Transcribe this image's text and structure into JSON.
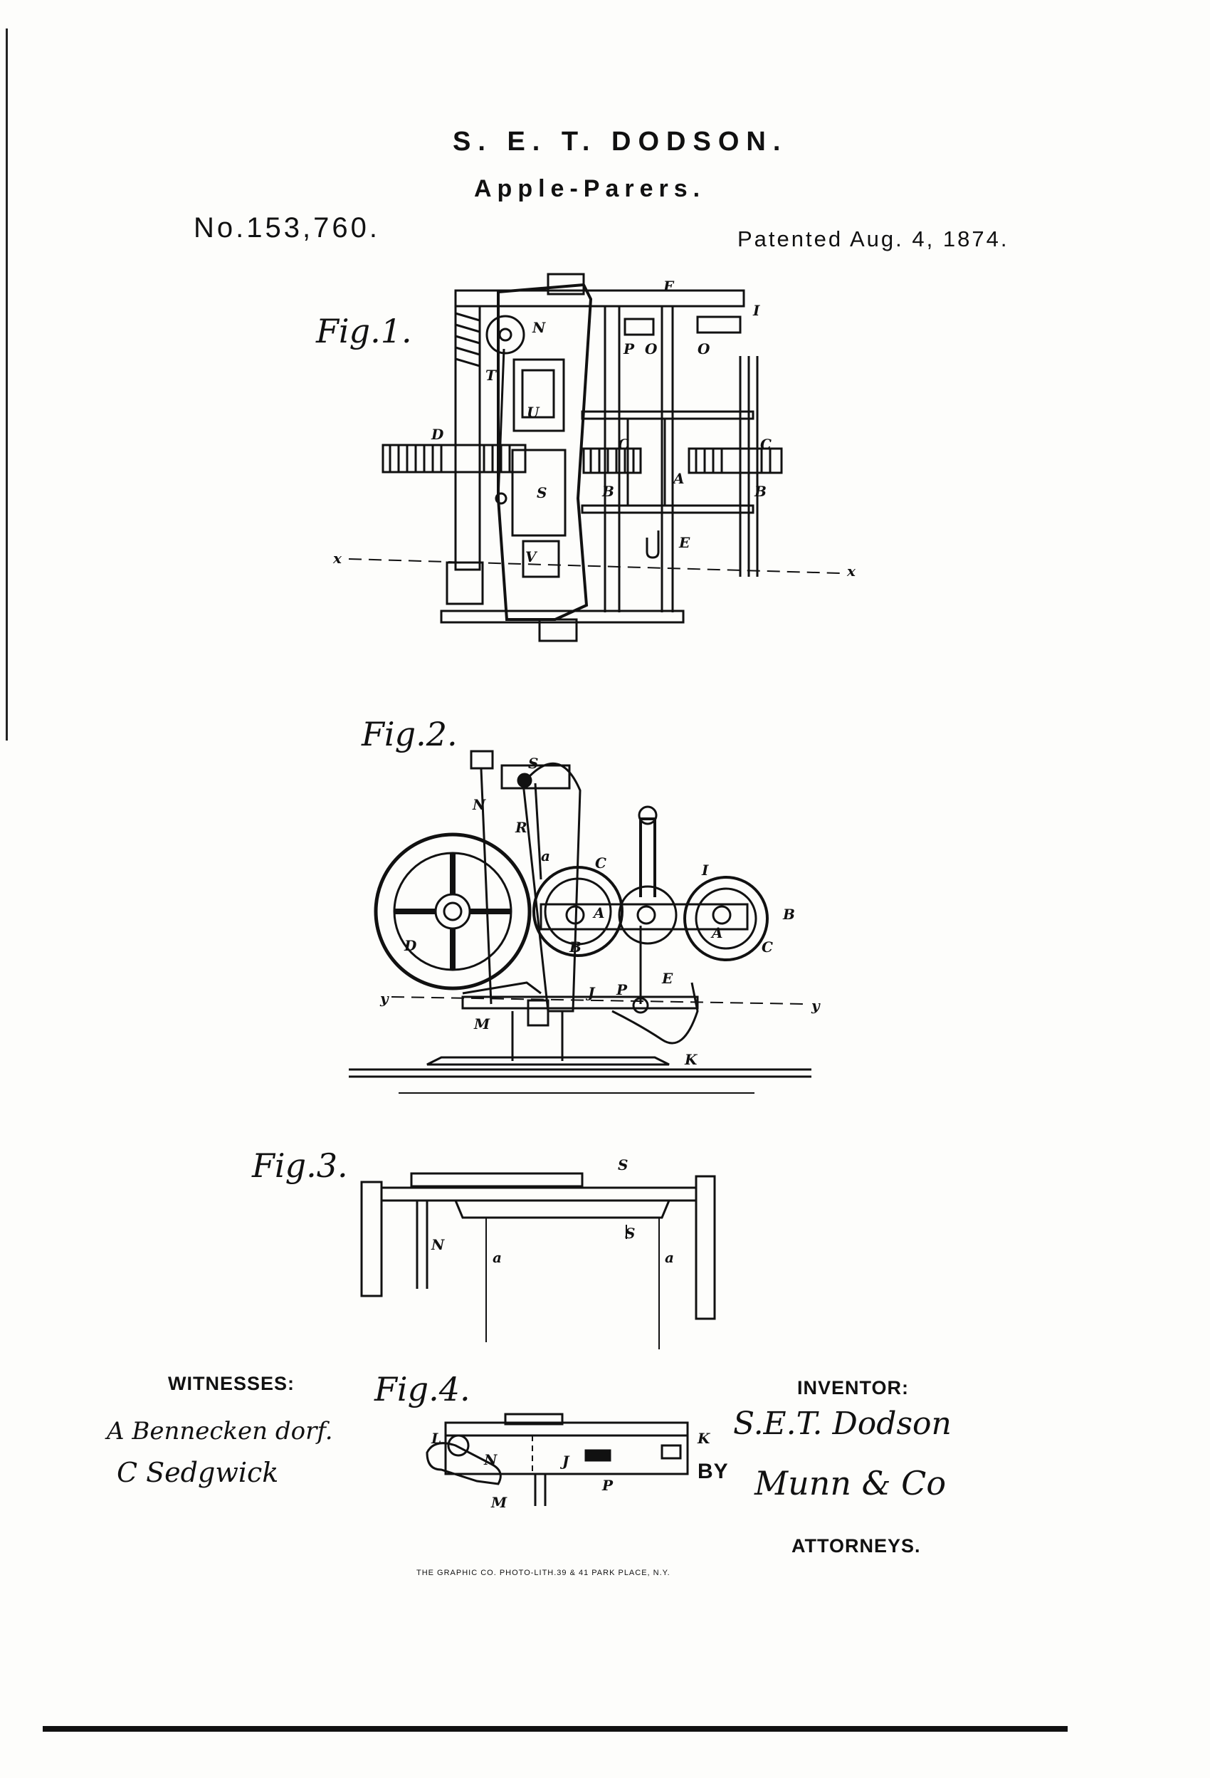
{
  "header": {
    "inventor": "S. E. T. DODSON.",
    "title": "Apple-Parers.",
    "patent_number": "No.153,760.",
    "patent_date": "Patented Aug. 4, 1874."
  },
  "figures": {
    "fig1": "Fig.1.",
    "fig2": "Fig.2.",
    "fig3": "Fig.3.",
    "fig4": "Fig.4."
  },
  "labels": {
    "fig1": [
      "F",
      "N",
      "I",
      "T",
      "P",
      "O",
      "O",
      "U",
      "D",
      "C",
      "C",
      "A",
      "S",
      "B",
      "B",
      "E",
      "V",
      "x",
      "x"
    ],
    "fig2": [
      "S",
      "N",
      "R",
      "a",
      "C",
      "I",
      "B",
      "D",
      "A",
      "A",
      "B",
      "C",
      "J",
      "P",
      "E",
      "y",
      "y",
      "M",
      "K"
    ],
    "fig3": [
      "S",
      "S",
      "N",
      "a",
      "a"
    ],
    "fig4": [
      "L",
      "N",
      "J",
      "K",
      "P",
      "M"
    ]
  },
  "footer": {
    "witnesses_label": "WITNESSES:",
    "witness_1": "A Bennecken dorf.",
    "witness_2": "C Sedgwick",
    "inventor_label": "INVENTOR:",
    "inventor_signature": "S.E.T. Dodson",
    "by_label": "BY",
    "attorneys_signature": "Munn & Co",
    "attorneys_label": "ATTORNEYS.",
    "lithographer": "THE GRAPHIC CO. PHOTO-LITH.39 & 41 PARK PLACE, N.Y."
  }
}
